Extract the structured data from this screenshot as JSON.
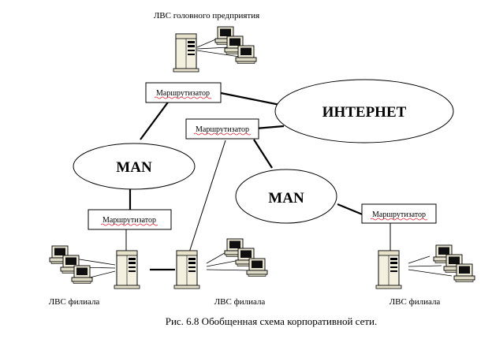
{
  "labels": {
    "head_lan": "ЛВС головного предприятия",
    "internet": "ИНТЕРНЕТ",
    "man_left": "MAN",
    "man_right": "MAN",
    "router": "Маршрутизатор",
    "branch_left": "ЛВС филиала",
    "branch_middle": "ЛВС филиала",
    "branch_right": "ЛВС филиала",
    "caption": "Рис. 6.8 Обобщенная схема корпоративной сети."
  }
}
